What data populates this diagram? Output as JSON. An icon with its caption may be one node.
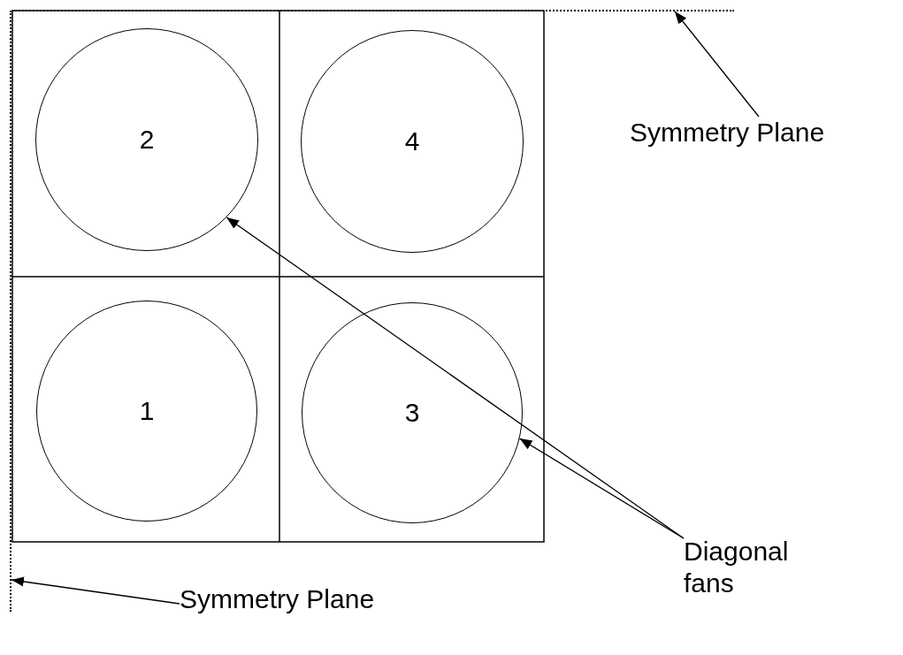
{
  "diagram": {
    "nodes": [
      {
        "text": [],
        "shape": "line"
      },
      {
        "text": [],
        "shape": "line"
      },
      {
        "text": [
          "Symmetry Plane"
        ]
      },
      {
        "text": [
          "2"
        ]
      },
      {
        "text": [
          "4"
        ]
      },
      {
        "text": [
          "1"
        ]
      },
      {
        "text": [
          "3"
        ]
      },
      {
        "text": [
          "Diagonal fans"
        ]
      },
      {
        "text": [
          "Symmetry Plane"
        ]
      }
    ],
    "edges": [
      {
        "from": 2,
        "to": 1,
        "arrow": "to"
      },
      {
        "from": 7,
        "to": 3,
        "arrow": "to"
      },
      {
        "from": 7,
        "to": 6,
        "arrow": "to"
      },
      {
        "from": 8,
        "to": 0,
        "arrow": "to"
      }
    ]
  }
}
